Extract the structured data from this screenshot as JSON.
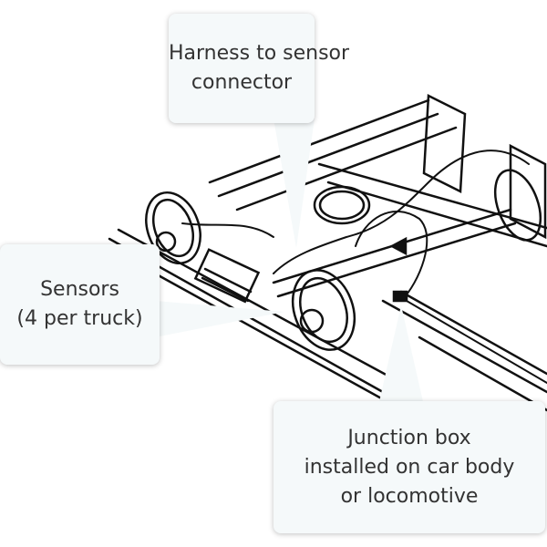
{
  "callouts": {
    "harness": {
      "lines": [
        "Harness to sensor",
        "connector"
      ]
    },
    "sensors": {
      "lines": [
        "Sensors",
        "(4 per truck)"
      ]
    },
    "junction": {
      "lines": [
        "Junction box",
        "installed on car body",
        "or locomotive"
      ]
    }
  },
  "colors": {
    "callout_fill": "#f5f9fa",
    "text": "#333333",
    "line": "#111111"
  }
}
